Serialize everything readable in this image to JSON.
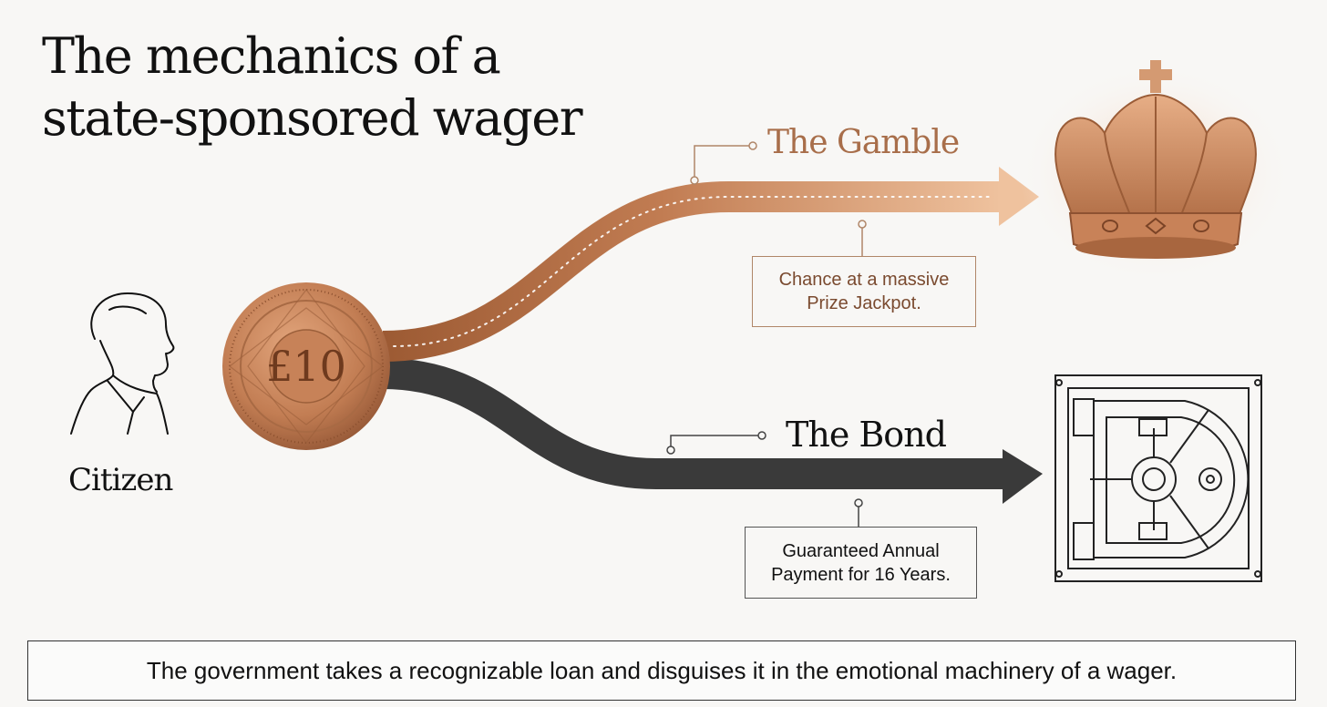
{
  "title": {
    "line1": "The mechanics of a",
    "line2": "state-sponsored wager"
  },
  "citizen": {
    "label": "Citizen",
    "icon": "person-profile-icon"
  },
  "coin": {
    "label": "£10",
    "color": "#c68a62"
  },
  "gamble": {
    "title": "The Gamble",
    "description_line1": "Chance at a massive",
    "description_line2": "Prize Jackpot.",
    "color": "#c8845a",
    "icon": "crown-icon"
  },
  "bond": {
    "title": "The Bond",
    "description_line1": "Guaranteed Annual",
    "description_line2": "Payment for 16 Years.",
    "color": "#3a3a3a",
    "icon": "vault-icon"
  },
  "caption": "The government takes a recognizable loan and disguises it in the emotional machinery of a wager."
}
